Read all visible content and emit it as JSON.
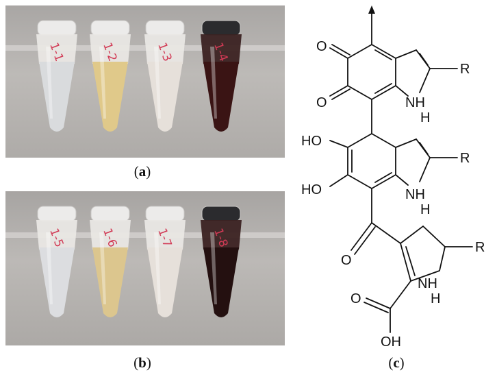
{
  "figure": {
    "panels": [
      {
        "caption": "a",
        "tube_labels": [
          "1-1",
          "1-2",
          "1-3",
          "1-4"
        ],
        "tube_colors": [
          "#d9dbdd",
          "#e0c98a",
          "#e6e0da",
          "#3a1414"
        ]
      },
      {
        "caption": "b",
        "tube_labels": [
          "1-5",
          "1-6",
          "1-7",
          "1-8"
        ],
        "tube_colors": [
          "#dcdde0",
          "#dcc68e",
          "#e6e0da",
          "#241010"
        ]
      }
    ],
    "structure_caption": "c",
    "atoms": {
      "o1": "O",
      "o2": "O",
      "nh1": "NH",
      "r1": "R",
      "ho1": "HO",
      "ho2": "HO",
      "nh2": "NH",
      "r2": "R",
      "o3": "O",
      "nh3": "NH",
      "r3": "R",
      "o4": "O",
      "oh": "OH"
    }
  }
}
